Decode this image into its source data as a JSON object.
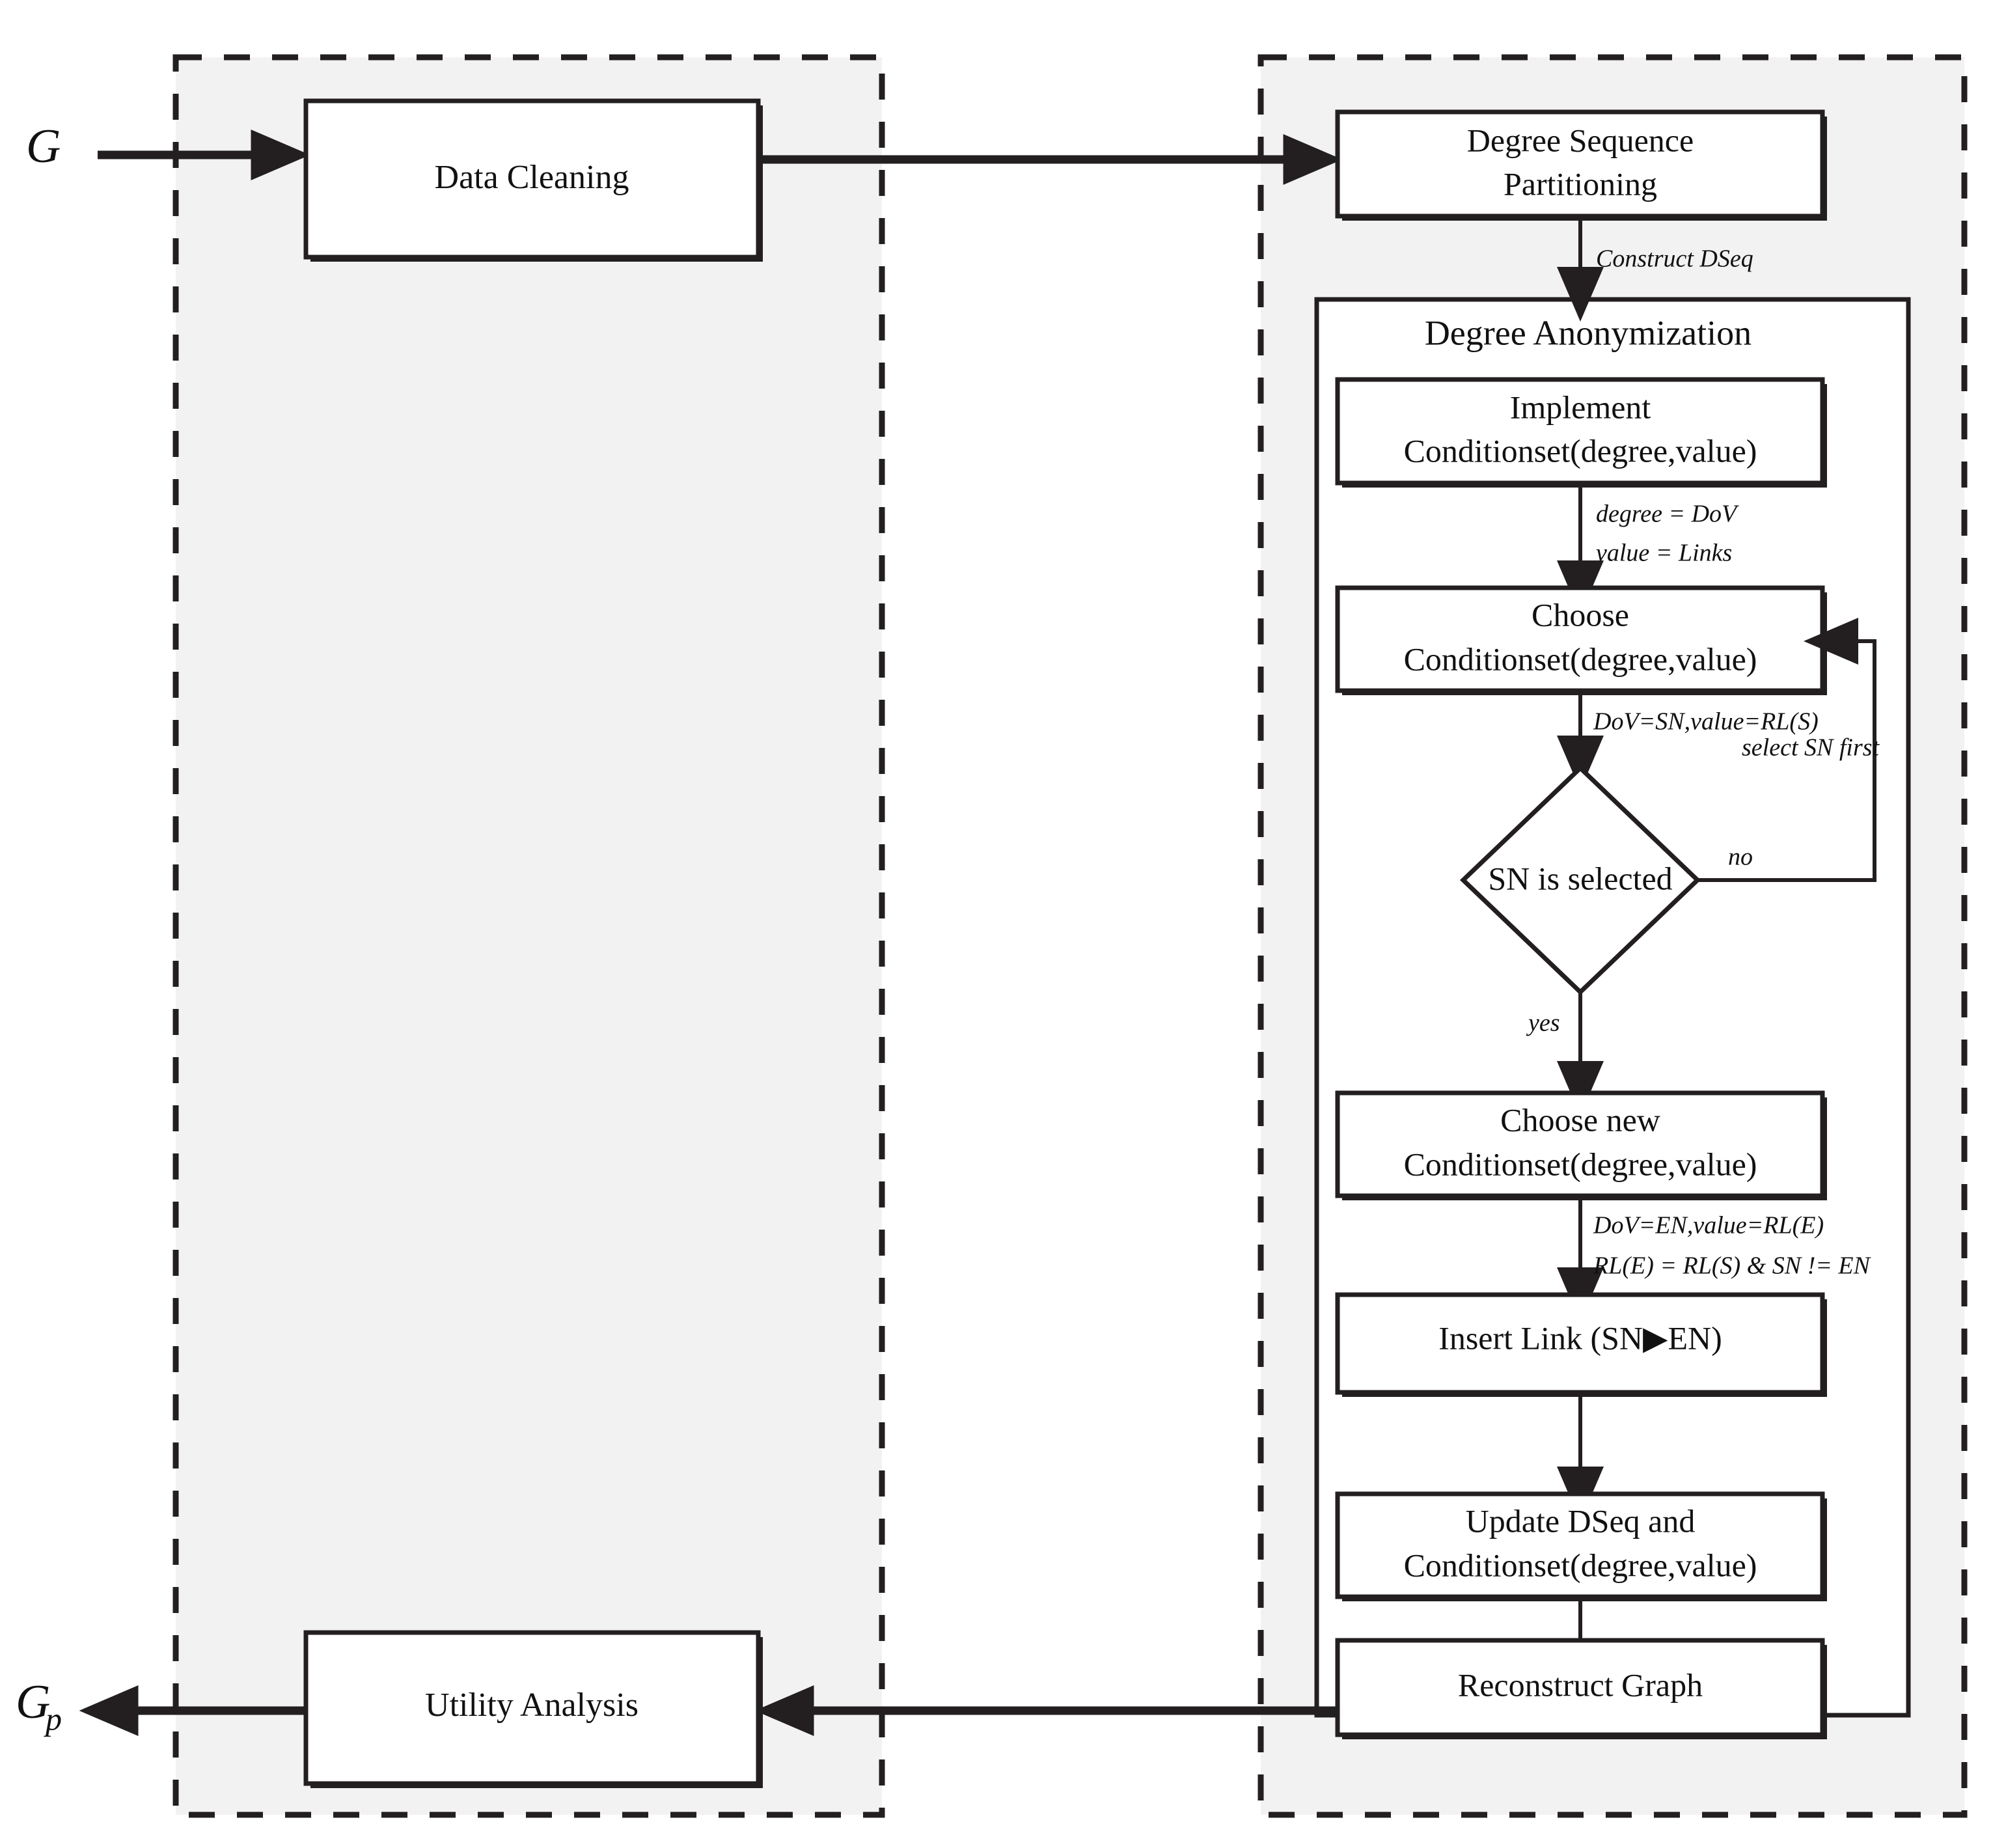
{
  "diagram": {
    "title": "Graph degree anonymization pipeline",
    "io": {
      "input_label": "G",
      "output_label": "G",
      "output_sub": "p"
    },
    "zones": [
      {
        "id": "preprocessing-zone",
        "style": "dashed",
        "fill": "#f2f2f2"
      },
      {
        "id": "anonymization-zone",
        "style": "dashed",
        "fill": "#f2f2f2"
      }
    ],
    "group": {
      "title": "Degree Anonymization"
    },
    "nodes": {
      "data_cleaning": "Data Cleaning",
      "utility_analysis": "Utility Analysis",
      "degree_sequence_partitioning_line1": "Degree Sequence",
      "degree_sequence_partitioning_line2": "Partitioning",
      "implement_line1": "Implement",
      "implement_line2": "Conditionset(degree,value)",
      "choose_line1": "Choose",
      "choose_line2": "Conditionset(degree,value)",
      "decision": "SN is selected",
      "choose_new_line1": "Choose new",
      "choose_new_line2": "Conditionset(degree,value)",
      "insert_link": "Insert Link (SN▶EN)",
      "update_line1": "Update DSeq and",
      "update_line2": "Conditionset(degree,value)",
      "reconstruct_graph": "Reconstruct Graph"
    },
    "edge_labels": {
      "construct_dseq": "Construct DSeq",
      "degree_dov": "degree = DoV",
      "value_links": "value = Links",
      "dov_sn": "DoV=SN,value=RL(S)",
      "select_sn_first": "select SN first",
      "no": "no",
      "yes": "yes",
      "dov_en": "DoV=EN,value=RL(E)",
      "rl_condition": "RL(E)  = RL(S)  & SN != EN"
    },
    "colors": {
      "stroke": "#231f20",
      "zone_fill": "#f2f2f2",
      "shape_fill": "#ffffff",
      "page": "#ffffff"
    }
  }
}
